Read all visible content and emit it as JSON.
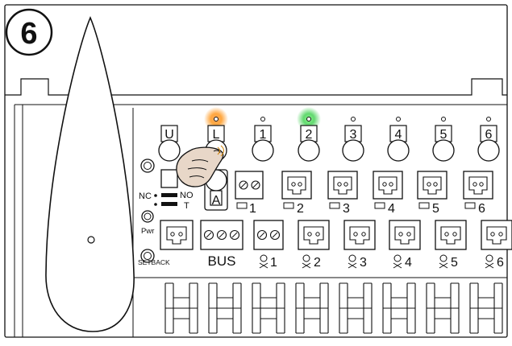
{
  "step": {
    "number": "6"
  },
  "buttons": [
    {
      "label": "U",
      "led": "none"
    },
    {
      "label": "L",
      "led": "orange"
    },
    {
      "label": "1",
      "led": "none"
    },
    {
      "label": "2",
      "led": "green"
    },
    {
      "label": "3",
      "led": "none"
    },
    {
      "label": "4",
      "led": "none"
    },
    {
      "label": "5",
      "led": "none"
    },
    {
      "label": "6",
      "led": "none"
    }
  ],
  "side": {
    "a_button": "A",
    "nc": "NC",
    "no": "NO",
    "t": "T",
    "pwr": "Pwr",
    "setback": "SETBACK"
  },
  "top_connectors": [
    "1",
    "2",
    "3",
    "4",
    "5",
    "6"
  ],
  "bottom_connectors": {
    "bus": "BUS",
    "channels": [
      "1",
      "2",
      "3",
      "4",
      "5",
      "6"
    ]
  },
  "colors": {
    "outline": "#111111",
    "led_orange": "#ff8a00",
    "led_green": "#2ecc40",
    "hand_fill": "#ffffff"
  },
  "icons": [
    "finger-press-icon",
    "thermostat-icon",
    "actuator-icon",
    "led-icon"
  ]
}
